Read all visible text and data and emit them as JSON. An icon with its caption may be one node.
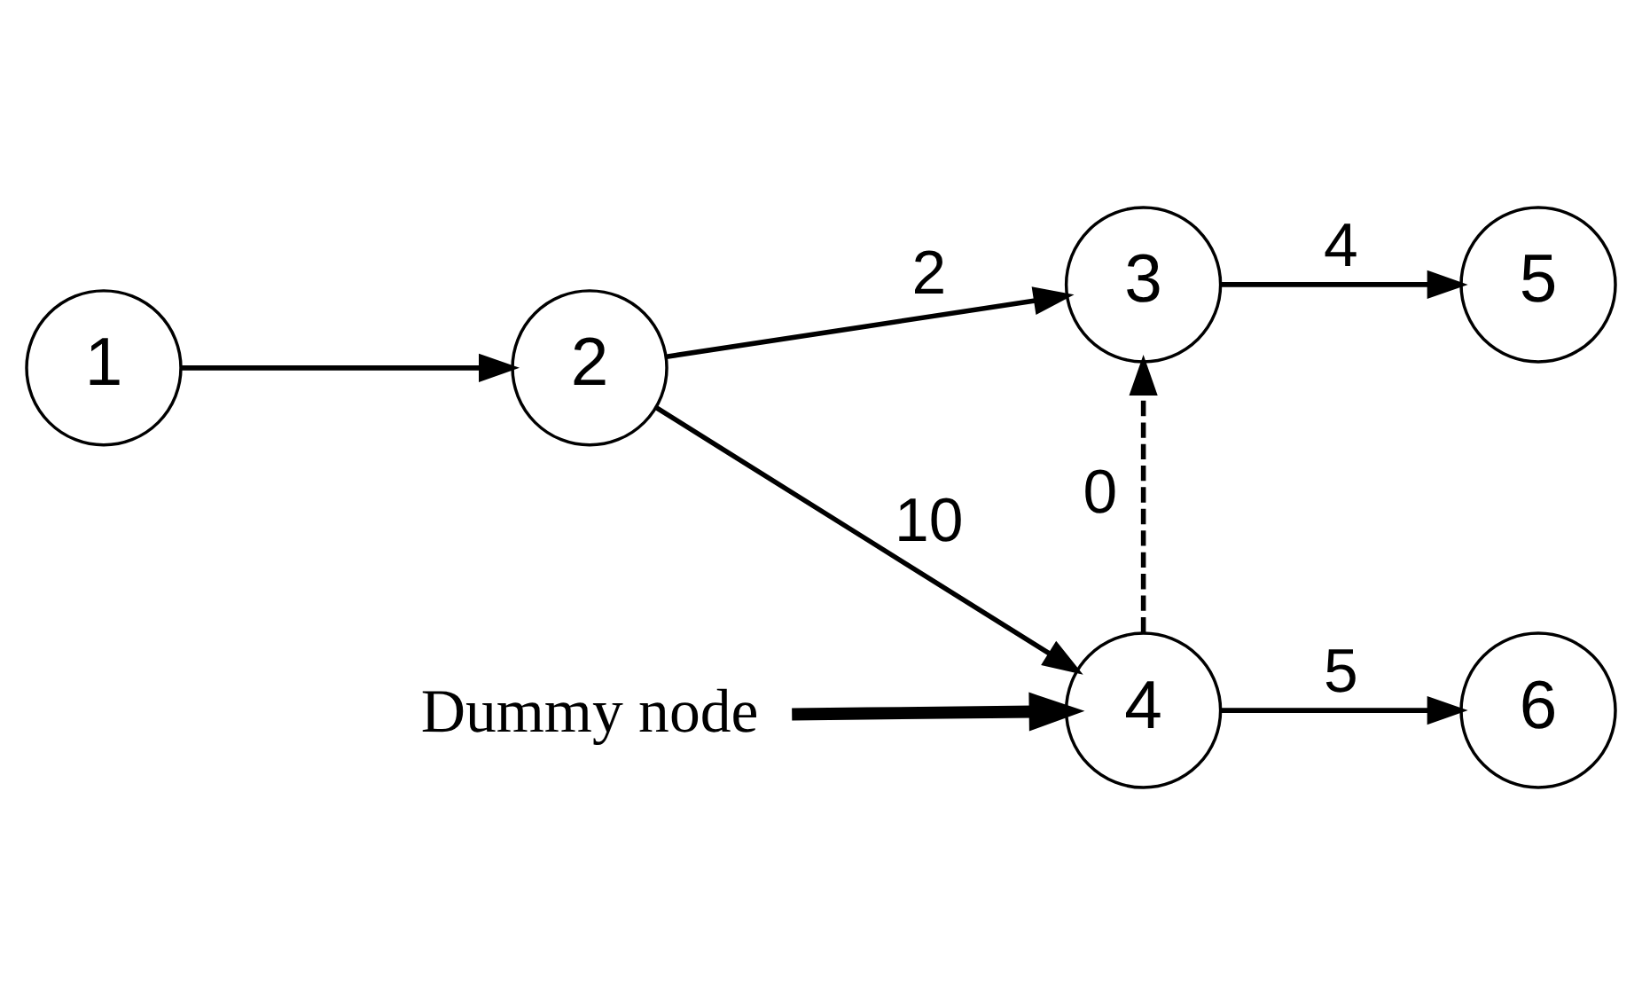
{
  "diagram": {
    "nodes": [
      {
        "text": [
          "1"
        ]
      },
      {
        "text": [
          "2"
        ]
      },
      {
        "text": [
          "3"
        ]
      },
      {
        "text": [
          "4"
        ]
      },
      {
        "text": [
          "5"
        ]
      },
      {
        "text": [
          "6"
        ]
      },
      {
        "text": [
          "Dummy node"
        ]
      }
    ],
    "edges": [
      {
        "from": 0,
        "to": 1,
        "arrow": "to"
      },
      {
        "from": 1,
        "to": 2,
        "arrow": "to",
        "label": "2"
      },
      {
        "from": 1,
        "to": 3,
        "arrow": "to",
        "label": "10"
      },
      {
        "from": 2,
        "to": 4,
        "arrow": "to",
        "label": "4"
      },
      {
        "from": 3,
        "to": 2,
        "arrow": "to",
        "label": "0",
        "style": "dashed"
      },
      {
        "from": 3,
        "to": 5,
        "arrow": "to",
        "label": "5"
      },
      {
        "from": 6,
        "to": 3,
        "arrow": "to",
        "style": "thick"
      }
    ]
  }
}
